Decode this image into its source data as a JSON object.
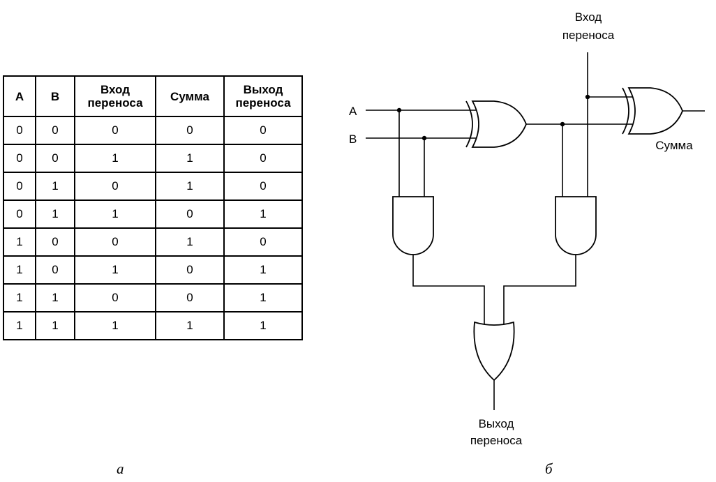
{
  "table": {
    "headers": {
      "a": "A",
      "b": "B",
      "carry_in_line1": "Вход",
      "carry_in_line2": "переноса",
      "sum": "Сумма",
      "carry_out_line1": "Выход",
      "carry_out_line2": "переноса"
    },
    "rows": [
      [
        "0",
        "0",
        "0",
        "0",
        "0"
      ],
      [
        "0",
        "0",
        "1",
        "1",
        "0"
      ],
      [
        "0",
        "1",
        "0",
        "1",
        "0"
      ],
      [
        "0",
        "1",
        "1",
        "0",
        "1"
      ],
      [
        "1",
        "0",
        "0",
        "1",
        "0"
      ],
      [
        "1",
        "0",
        "1",
        "0",
        "1"
      ],
      [
        "1",
        "1",
        "0",
        "0",
        "1"
      ],
      [
        "1",
        "1",
        "1",
        "1",
        "1"
      ]
    ]
  },
  "captions": {
    "table": "а",
    "circuit": "б"
  },
  "circuit": {
    "input_a": "A",
    "input_b": "B",
    "carry_in_line1": "Вход",
    "carry_in_line2": "переноса",
    "sum_output": "Сумма",
    "carry_out_line1": "Выход",
    "carry_out_line2": "переноса"
  }
}
